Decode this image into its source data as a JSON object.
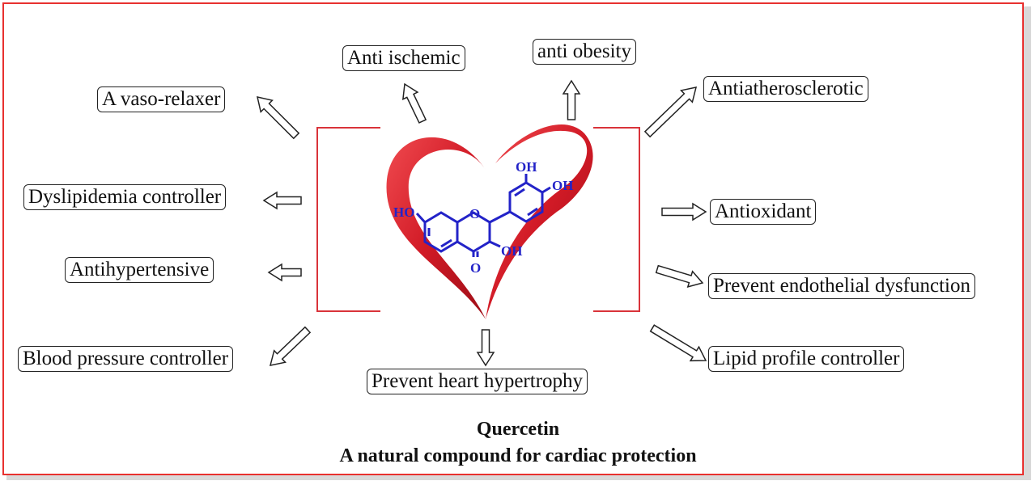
{
  "diagram": {
    "center": {
      "molecule_labels": {
        "oh_top": "OH",
        "oh_right": "OH",
        "ho_left": "HO",
        "oh_bottom": "OH",
        "o_ring": "O",
        "o_carbonyl": "O"
      }
    },
    "effects": {
      "vaso_relaxer": "A vaso-relaxer",
      "anti_ischemic": "Anti ischemic",
      "anti_obesity": "anti obesity",
      "antiatherosclerotic": "Antiatherosclerotic",
      "dyslipidemia": "Dyslipidemia controller",
      "antioxidant": "Antioxidant",
      "antihypertensive": "Antihypertensive",
      "endothelial": "Prevent endothelial dysfunction",
      "blood_pressure": "Blood pressure controller",
      "heart_hypertrophy": "Prevent heart hypertrophy",
      "lipid_profile": "Lipid profile controller"
    },
    "caption": {
      "title": "Quercetin",
      "subtitle": "A natural compound for cardiac protection"
    },
    "colors": {
      "frame": "#e8312f",
      "bracket": "#d9333a",
      "heart": "#d81f2a",
      "molecule": "#2323c8"
    }
  }
}
